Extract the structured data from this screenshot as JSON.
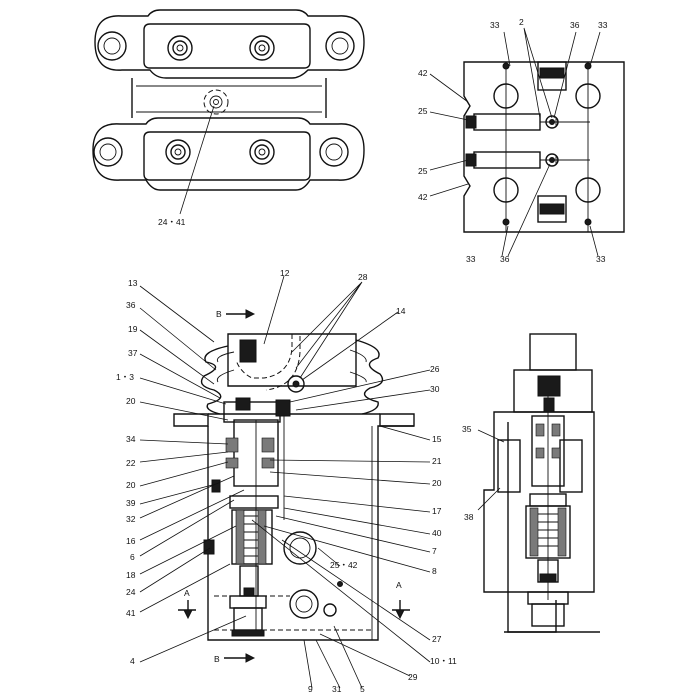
{
  "callouts": {
    "top_left": "24・41",
    "top_right": [
      "33",
      "2",
      "36",
      "33",
      "42",
      "25",
      "25",
      "42",
      "33",
      "36",
      "33"
    ],
    "main_left": [
      "13",
      "36",
      "19",
      "37",
      "1・3",
      "20",
      "34",
      "22",
      "20",
      "39",
      "32",
      "16",
      "6",
      "18",
      "24",
      "41",
      "4"
    ],
    "main_top": [
      "12",
      "28",
      "14",
      "B"
    ],
    "main_right": [
      "26",
      "30",
      "15",
      "21",
      "20",
      "17",
      "40",
      "7",
      "8",
      "25・42",
      "A",
      "27",
      "10・11",
      "29",
      "5",
      "31",
      "9"
    ],
    "main_bottom_left": [
      "A",
      "B"
    ],
    "side_view": [
      "35",
      "38"
    ]
  }
}
